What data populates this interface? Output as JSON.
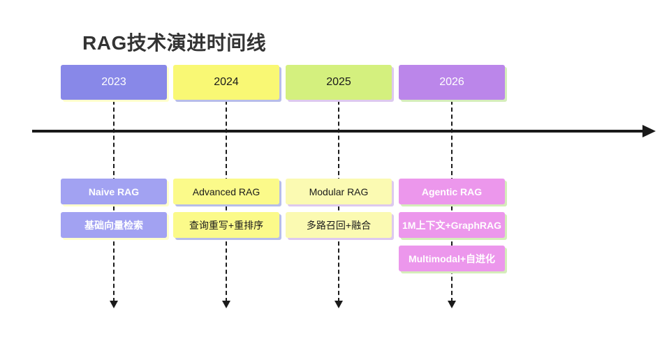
{
  "title": "RAG技术演进时间线",
  "axis": {
    "color": "#1a1a1a"
  },
  "timeline": {
    "columns": [
      {
        "year": "2023",
        "year_bg": "#8888e8",
        "year_text_color": "#ffffff",
        "event_bg": "#a2a2f2",
        "event_text_color": "#ffffff",
        "shadow_color": "#ffffcd",
        "events": [
          "Naive RAG",
          "基础向量检索"
        ]
      },
      {
        "year": "2024",
        "year_bg": "#f9f874",
        "year_text_color": "#1a1a1a",
        "event_bg": "#fbfa8a",
        "event_text_color": "#1a1a1a",
        "shadow_color": "#b7bde9",
        "events": [
          "Advanced RAG",
          "查询重写+重排序"
        ]
      },
      {
        "year": "2025",
        "year_bg": "#d4f07e",
        "year_text_color": "#1a1a1a",
        "event_bg": "#fbfab2",
        "event_text_color": "#1a1a1a",
        "shadow_color": "#ddc9ef",
        "events": [
          "Modular RAG",
          "多路召回+融合"
        ]
      },
      {
        "year": "2026",
        "year_bg": "#bb86ea",
        "year_text_color": "#ffffff",
        "event_bg": "#ec97ec",
        "event_text_color": "#ffffff",
        "shadow_color": "#d5edba",
        "events": [
          "Agentic RAG",
          "1M上下文+GraphRAG",
          "Multimodal+自进化"
        ]
      }
    ]
  }
}
